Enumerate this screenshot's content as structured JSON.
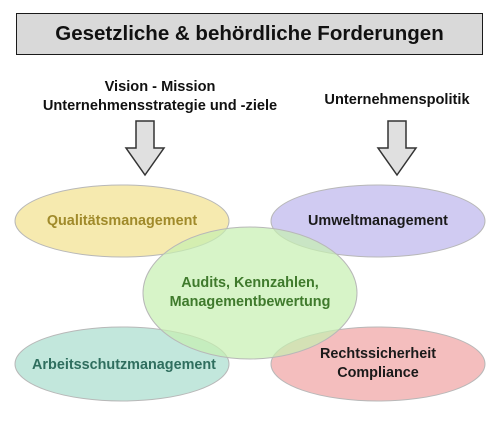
{
  "title": "Gesetzliche & behördliche Forderungen",
  "inputs": {
    "left_line1": "Vision - Mission",
    "left_line2": "Unternehmensstrategie und -ziele",
    "right": "Unternehmenspolitik"
  },
  "ellipses": {
    "quality": "Qualitätsmanagement",
    "environment": "Umweltmanagement",
    "audits_line1": "Audits, Kennzahlen,",
    "audits_line2": "Managementbewertung",
    "safety": "Arbeitsschutzmanagement",
    "legal_line1": "Rechtssicherheit",
    "legal_line2": "Compliance"
  },
  "colors": {
    "quality_fill": "#f5e6a1",
    "quality_text": "#a08a2a",
    "environment_fill": "#c8c2f0",
    "environment_text": "#1a1a1a",
    "audits_fill": "#c6efb0",
    "audits_text": "#3f7a2c",
    "safety_fill": "#b7e3d6",
    "safety_text": "#2f6e5e",
    "legal_fill": "#f2b3b3",
    "legal_text": "#1a1a1a",
    "arrow_fill": "#e0e0e0"
  }
}
